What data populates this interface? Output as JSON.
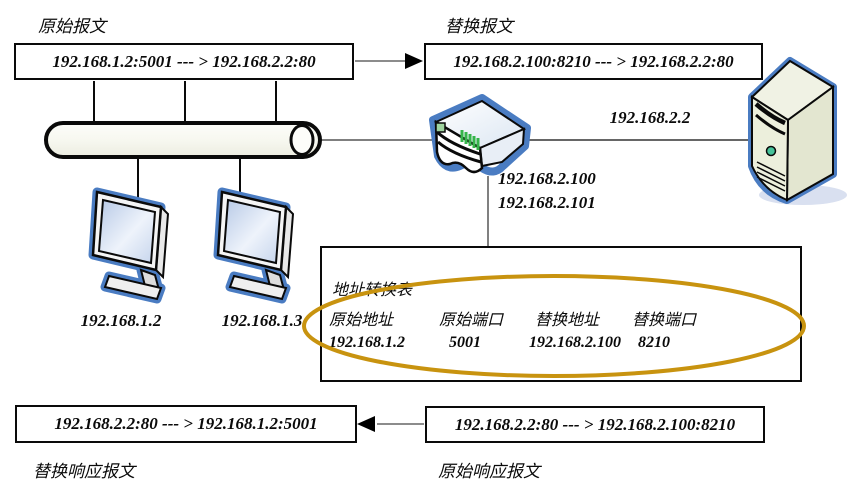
{
  "diagram": {
    "packets": {
      "original": {
        "label": "原始报文",
        "value": "192.168.1.2:5001 --- > 192.168.2.2:80"
      },
      "translated": {
        "label": "替换报文",
        "value": "192.168.2.100:8210 --- > 192.168.2.2:80"
      },
      "translated_response": {
        "label": "替换响应报文",
        "value": "192.168.2.2:80 --- > 192.168.1.2:5001"
      },
      "original_response": {
        "label": "原始响应报文",
        "value": "192.168.2.2:80 --- > 192.168.2.100:8210"
      }
    },
    "hosts": {
      "pc1_ip": "192.168.1.2",
      "pc2_ip": "192.168.1.3",
      "server_ip": "192.168.2.2",
      "router_ip_1": "192.168.2.100",
      "router_ip_2": "192.168.2.101"
    },
    "nat_table": {
      "title": "地址转换表",
      "headers": [
        "原始地址",
        "原始端口",
        "替换地址",
        "替换端口"
      ],
      "rows": [
        [
          "192.168.1.2",
          "5001",
          "192.168.2.100",
          "8210"
        ]
      ]
    },
    "colors": {
      "device_blue": "#4A7CC2",
      "highlight_gold": "#C8930F",
      "led_green": "#35B44A",
      "line_black": "#0a0a0a"
    }
  }
}
